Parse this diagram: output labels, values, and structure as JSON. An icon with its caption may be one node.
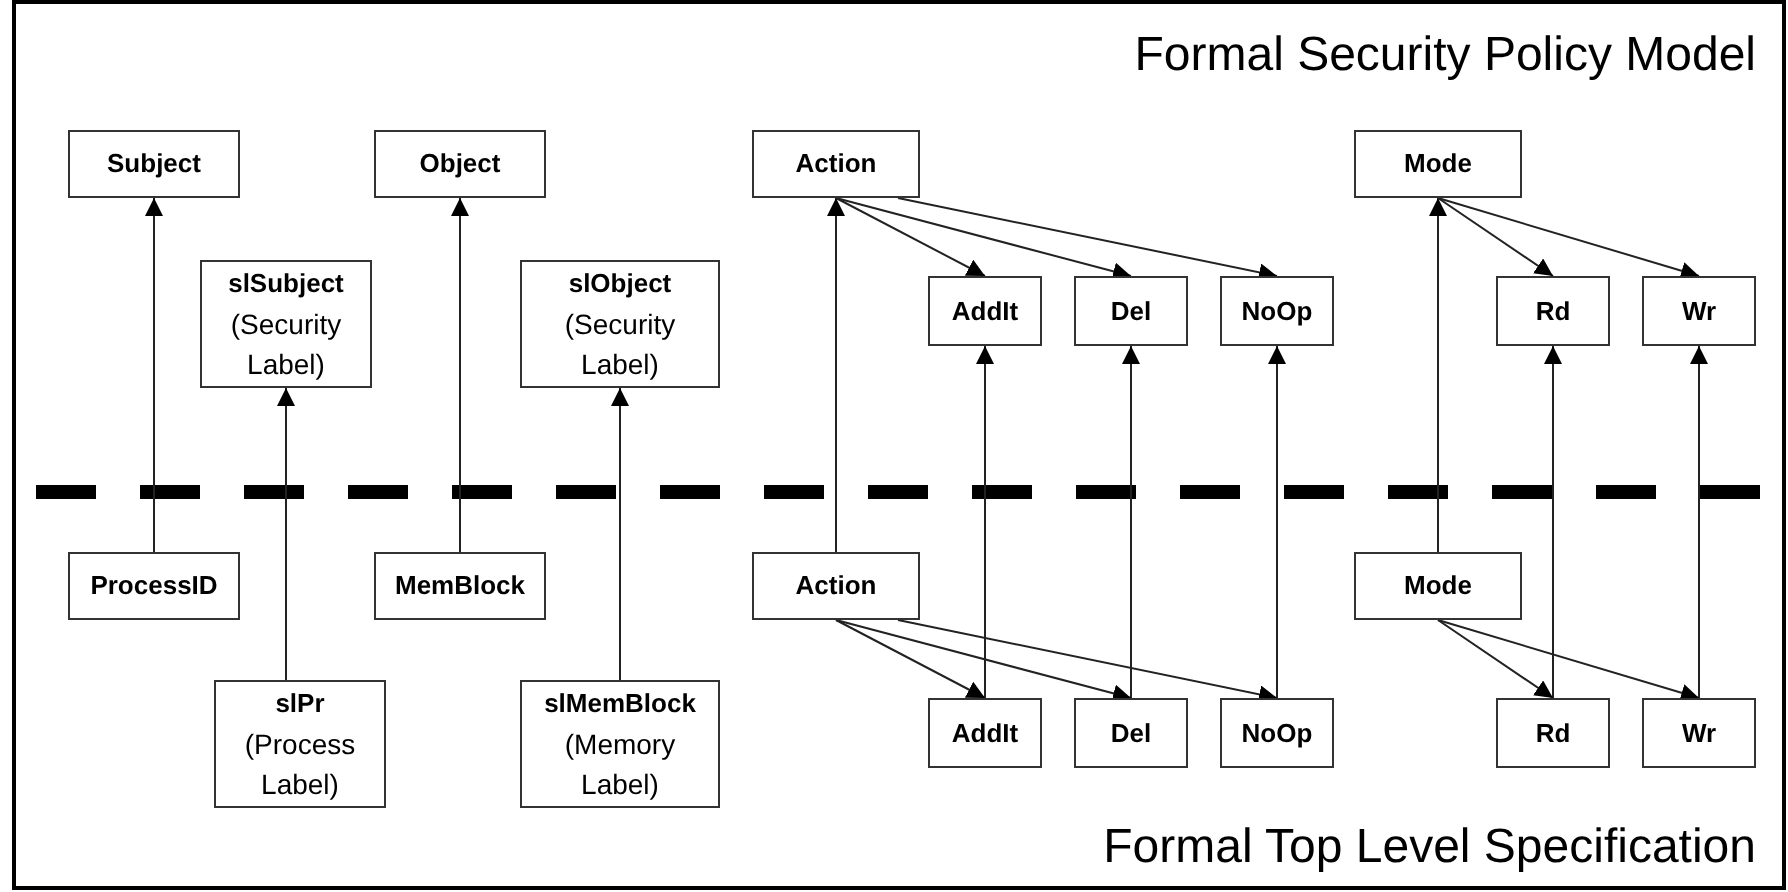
{
  "diagram": {
    "nodes": [
      {
        "text": [
          "Subject"
        ]
      },
      {
        "text": [
          "Object"
        ]
      },
      {
        "text": [
          "Action"
        ]
      },
      {
        "text": [
          "Mode"
        ]
      },
      {
        "text": [
          "slSubject",
          "(Security Label)"
        ]
      },
      {
        "text": [
          "slObject",
          "(Security Label)"
        ]
      },
      {
        "text": [
          "AddIt"
        ]
      },
      {
        "text": [
          "Del"
        ]
      },
      {
        "text": [
          "NoOp"
        ]
      },
      {
        "text": [
          "Rd"
        ]
      },
      {
        "text": [
          "Wr"
        ]
      },
      {
        "text": [
          "ProcessID"
        ]
      },
      {
        "text": [
          "MemBlock"
        ]
      },
      {
        "text": [
          "Action"
        ]
      },
      {
        "text": [
          "Mode"
        ]
      },
      {
        "text": [
          "slPr",
          "(Process Label)"
        ]
      },
      {
        "text": [
          "slMemBlock",
          "(Memory Label)"
        ]
      },
      {
        "text": [
          "AddIt"
        ]
      },
      {
        "text": [
          "Del"
        ]
      },
      {
        "text": [
          "NoOp"
        ]
      },
      {
        "text": [
          "Rd"
        ]
      },
      {
        "text": [
          "Wr"
        ]
      }
    ],
    "edges": [
      {
        "from": 11,
        "to": 0,
        "arrow": "to"
      },
      {
        "from": 15,
        "to": 4,
        "arrow": "to"
      },
      {
        "from": 12,
        "to": 1,
        "arrow": "to"
      },
      {
        "from": 16,
        "to": 5,
        "arrow": "to"
      },
      {
        "from": 13,
        "to": 2,
        "arrow": "to"
      },
      {
        "from": 2,
        "to": 6,
        "arrow": "to"
      },
      {
        "from": 2,
        "to": 7,
        "arrow": "to"
      },
      {
        "from": 2,
        "to": 8,
        "arrow": "to"
      },
      {
        "from": 17,
        "to": 6,
        "arrow": "to"
      },
      {
        "from": 18,
        "to": 7,
        "arrow": "to"
      },
      {
        "from": 19,
        "to": 8,
        "arrow": "to"
      },
      {
        "from": 14,
        "to": 3,
        "arrow": "to"
      },
      {
        "from": 3,
        "to": 9,
        "arrow": "to"
      },
      {
        "from": 3,
        "to": 10,
        "arrow": "to"
      },
      {
        "from": 20,
        "to": 9,
        "arrow": "to"
      },
      {
        "from": 21,
        "to": 10,
        "arrow": "to"
      },
      {
        "from": 13,
        "to": 17,
        "arrow": "to"
      },
      {
        "from": 13,
        "to": 18,
        "arrow": "to"
      },
      {
        "from": 13,
        "to": 19,
        "arrow": "to"
      },
      {
        "from": 14,
        "to": 20,
        "arrow": "to"
      },
      {
        "from": 14,
        "to": 21,
        "arrow": "to"
      }
    ],
    "labels": [
      "Formal Security Policy Model",
      "Formal Top Level Specification"
    ]
  }
}
